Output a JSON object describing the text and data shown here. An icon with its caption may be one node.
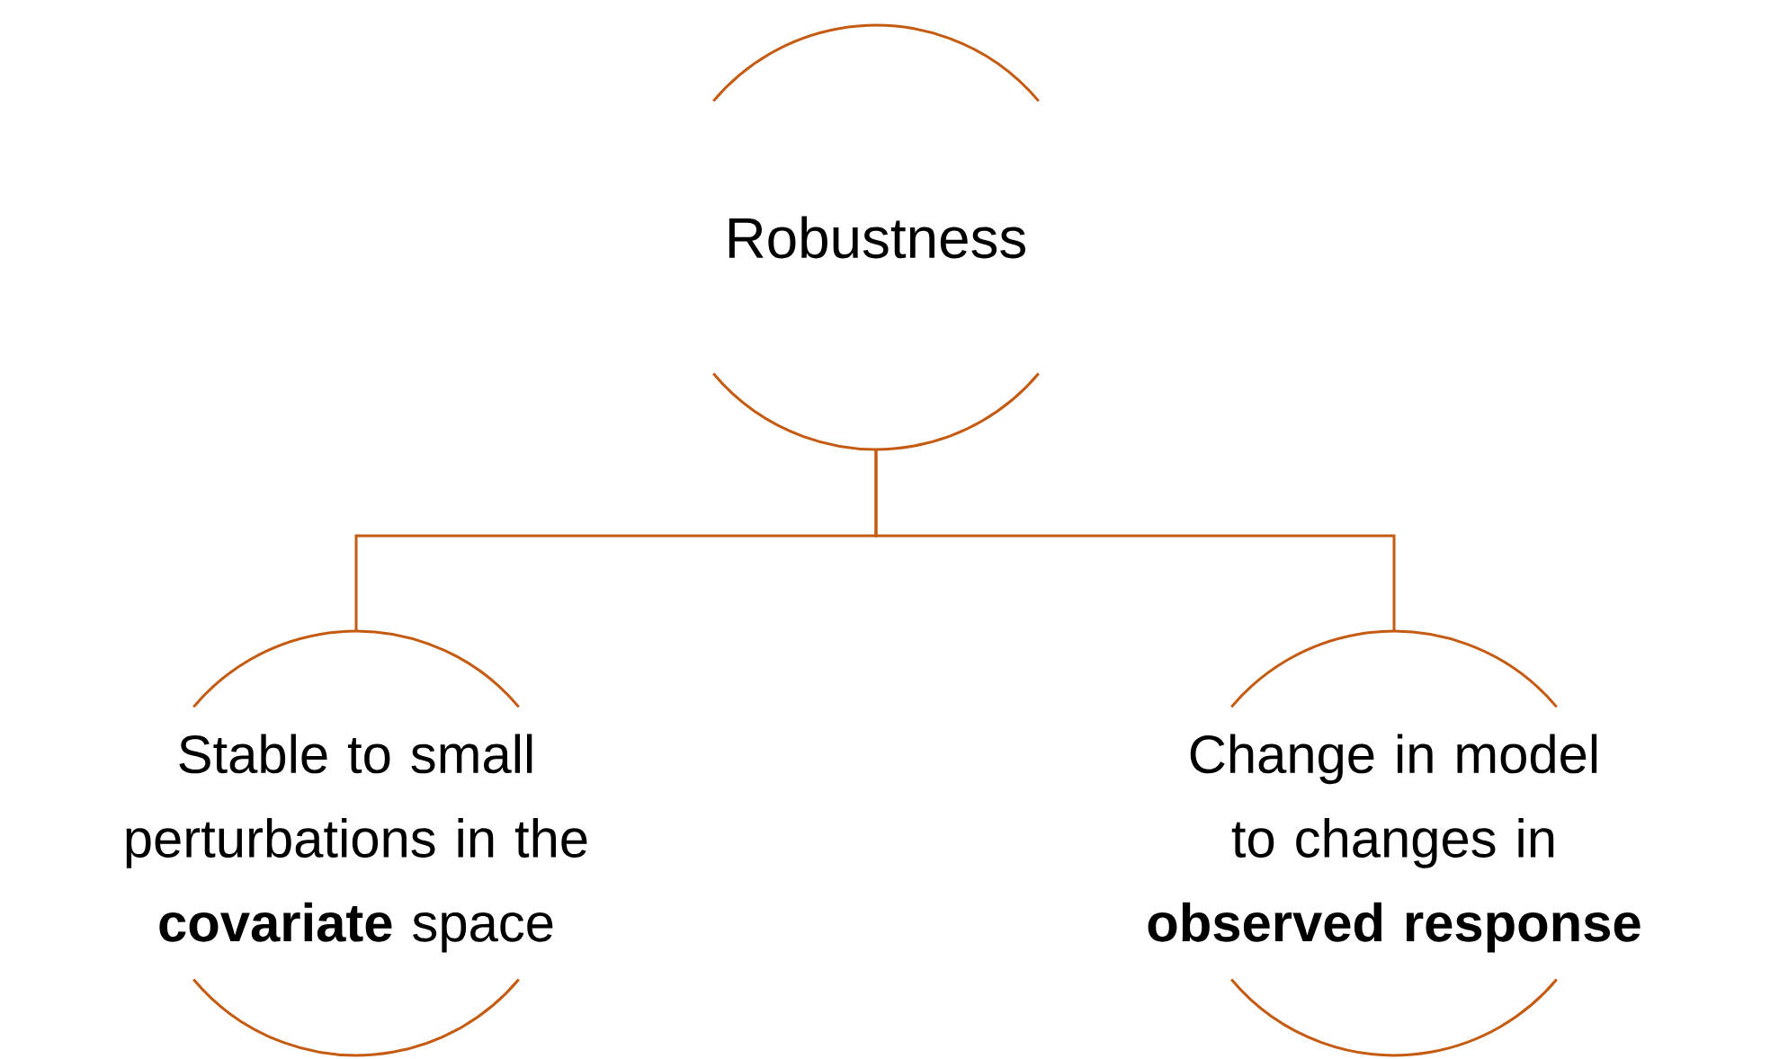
{
  "diagram": {
    "nodes": [
      {
        "text": [
          "Robustness"
        ]
      },
      {
        "text": [
          "Stable to small perturbations in the **covariate** space"
        ]
      },
      {
        "text": [
          "Change in model to changes in **observed response**"
        ]
      }
    ],
    "edges": [
      {
        "from": 0,
        "to": 1,
        "arrow": "none"
      },
      {
        "from": 0,
        "to": 2,
        "arrow": "none"
      }
    ]
  }
}
